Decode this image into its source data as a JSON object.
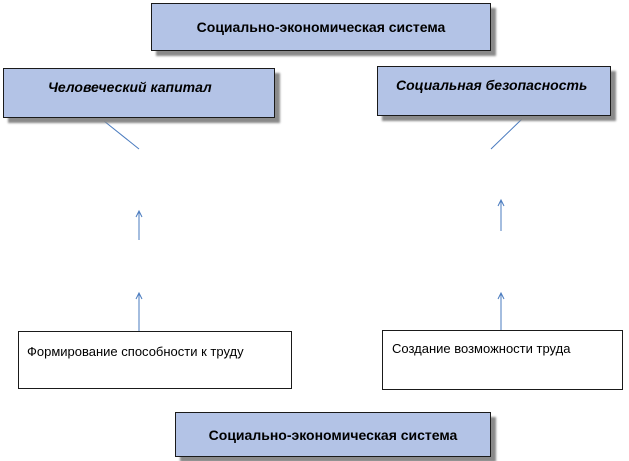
{
  "diagram": {
    "top_box": "Социально-экономическая система",
    "human_capital": "Человеческий капитал",
    "social_security": "Социальная безопасность",
    "ability_to_work": "Формирование способности к труду",
    "work_opportunity": "Создание возможности труда",
    "bottom_box": "Социально-экономическая система"
  },
  "colors": {
    "box_fill": "#b3c3e6",
    "connector": "#4a7bbf"
  }
}
